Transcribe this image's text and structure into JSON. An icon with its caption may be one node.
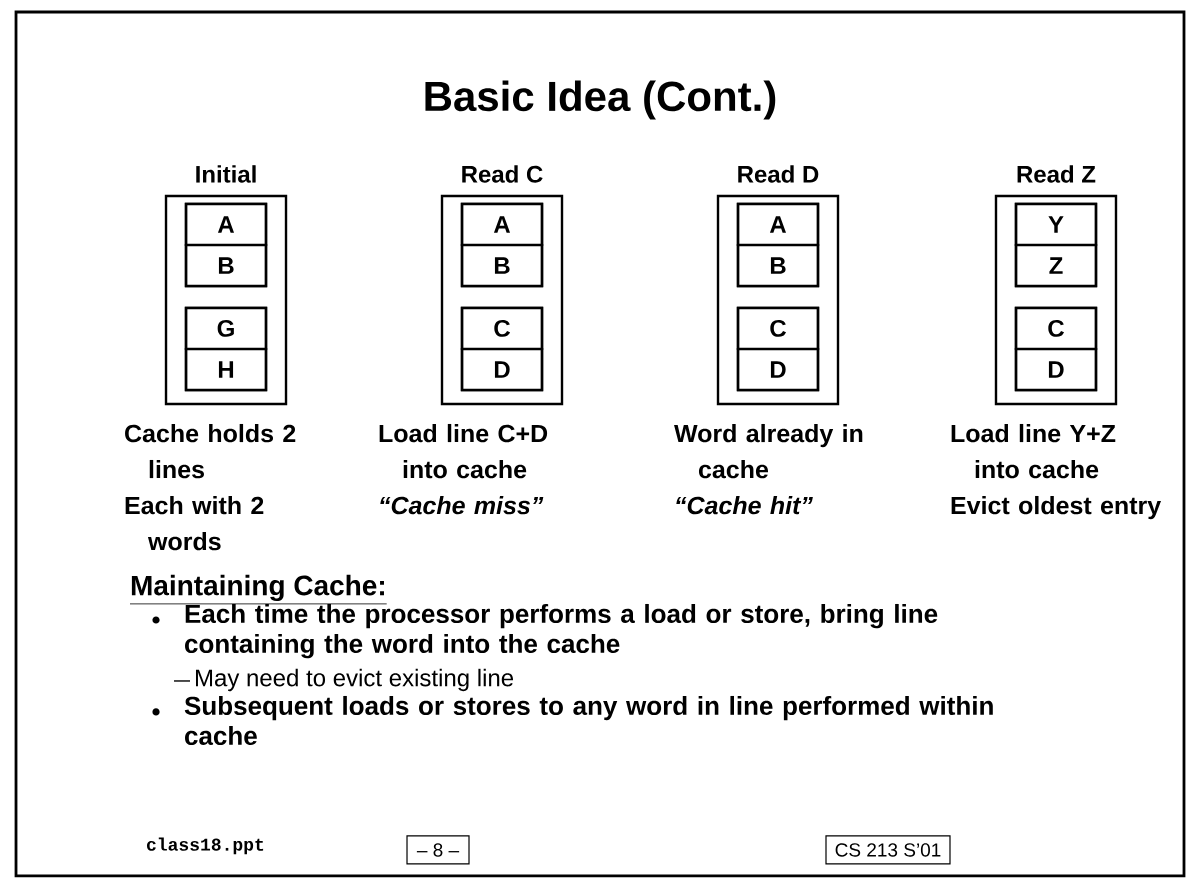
{
  "diagram": {
    "title": "Basic Idea (Cont.)",
    "nodes": [
      {
        "text": [
          "Initial"
        ],
        "beside": [
          "Cache holds 2 lines",
          "Each with 2 words"
        ]
      },
      {
        "text": [],
        "shape": "box",
        "in": 0
      },
      {
        "text": [
          "A"
        ],
        "in": 1
      },
      {
        "text": [
          "B"
        ],
        "in": 1
      },
      {
        "text": [],
        "shape": "box",
        "in": 0
      },
      {
        "text": [
          "G"
        ],
        "in": 4
      },
      {
        "text": [
          "H"
        ],
        "in": 4
      },
      {
        "text": [
          "Read  C"
        ],
        "beside": [
          "Load line C+D into cache",
          "“Cache miss”"
        ]
      },
      {
        "text": [],
        "shape": "box",
        "in": 7
      },
      {
        "text": [
          "A"
        ],
        "in": 8
      },
      {
        "text": [
          "B"
        ],
        "in": 8
      },
      {
        "text": [],
        "shape": "box",
        "in": 7
      },
      {
        "text": [
          "C"
        ],
        "in": 11
      },
      {
        "text": [
          "D"
        ],
        "in": 11
      },
      {
        "text": [
          "Read  D"
        ],
        "beside": [
          "Word already in cache",
          "“Cache hit”"
        ]
      },
      {
        "text": [],
        "shape": "box",
        "in": 14
      },
      {
        "text": [
          "A"
        ],
        "in": 15
      },
      {
        "text": [
          "B"
        ],
        "in": 15
      },
      {
        "text": [],
        "shape": "box",
        "in": 14
      },
      {
        "text": [
          "C"
        ],
        "in": 18
      },
      {
        "text": [
          "D"
        ],
        "in": 18
      },
      {
        "text": [
          "Read  Z"
        ],
        "beside": [
          "Load line Y+Z into cache",
          "Evict oldest entry"
        ]
      },
      {
        "text": [],
        "shape": "box",
        "in": 21
      },
      {
        "text": [
          "Y"
        ],
        "in": 22
      },
      {
        "text": [
          "Z"
        ],
        "in": 22
      },
      {
        "text": [],
        "shape": "box",
        "in": 21
      },
      {
        "text": [
          "C"
        ],
        "in": 25
      },
      {
        "text": [
          "D"
        ],
        "in": 25
      },
      {
        "text": [
          "– 8 –"
        ]
      },
      {
        "text": [
          "CS 213 S’01"
        ]
      }
    ],
    "edges": [],
    "labels": [
      "Maintaining Cache:",
      "Each time the processor performs a load or store, bring line containing the word into the cache",
      "May need to evict existing line",
      "Subsequent loads or stores to any word in line performed within cache",
      "class18.ppt"
    ]
  }
}
